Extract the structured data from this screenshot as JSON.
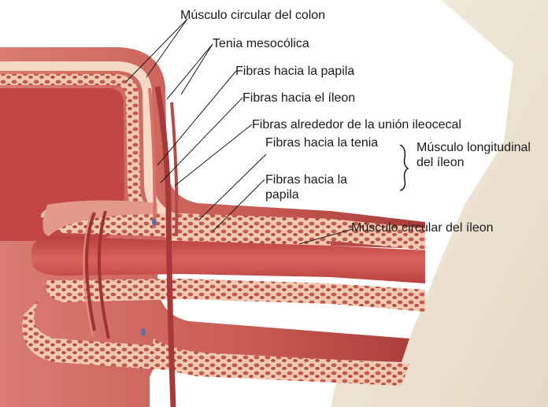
{
  "labels": {
    "musculo_circular_colon": "Músculo circular del colon",
    "tenia_mesocolica": "Tenia mesocólica",
    "fibras_papila": "Fibras hacia la papila",
    "fibras_ileon": "Fibras hacia el íleon",
    "fibras_union": "Fibras alrededor de la unión ileocecal",
    "fibras_tenia": "Fibras hacia la tenia",
    "fibras_papila_2": "Fibras hacia la papila",
    "musculo_longitudinal": "Músculo longitudinal del íleon",
    "musculo_circular_ileon": "Músculo circular del íleon"
  },
  "colors": {
    "muscle": "#c9544e",
    "muscle_dark": "#9c3733",
    "muscle_light": "#e59a8d",
    "mucosa": "#f1c8b5",
    "serosa": "#f3d9c6",
    "background_tissue": "#efe6d8",
    "label_text": "#1a1a1a"
  }
}
